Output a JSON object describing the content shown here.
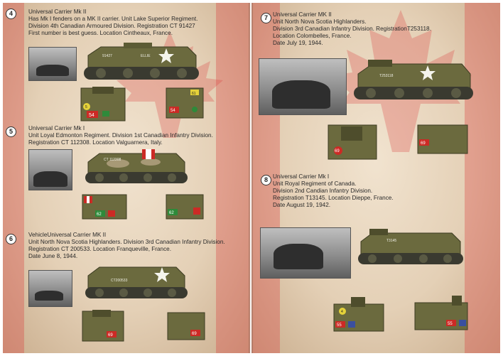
{
  "colors": {
    "olive": "#6b6a3e",
    "olive_dark": "#4e4d2c",
    "red": "#cc2a25",
    "green": "#2e8a3a",
    "yellow": "#e5d23a"
  },
  "entries": [
    {
      "number": "4",
      "lines": [
        "Universal Carrier Mk II",
        "Has Mk I fenders on a MK II carrier. Unit Lake Superior Regiment.",
        "Division 4th Canadian Armoured Division. Registration CT 91427",
        "First number is best guess. Location Cintheaux, France."
      ],
      "hull_reg": "91427",
      "hull_name": "ELLIE",
      "rear_left_code": "54",
      "rear_left_marker": "5",
      "rear_right_code": "54",
      "rear_right_marker": "61"
    },
    {
      "number": "5",
      "lines": [
        "Universal Carrier Mk I",
        "Unit Loyal Edmonton Regiment. Division 1st Canadian Infantry Division.",
        "Registration CT 112308. Location Valguarnera, Italy."
      ],
      "hull_reg": "CT 112308",
      "rear_left_code": "62",
      "rear_right_code": "62"
    },
    {
      "number": "6",
      "lines": [
        "VehicleUniversal Carrier MK II",
        "Unit North Nova Scotia Highlanders. Division 3rd Canadian Infantry Division.",
        "Registration CT 200533. Location Franqueville, France.",
        "Date June 8, 1944."
      ],
      "hull_reg": "CT200533",
      "rear_left_code": "69",
      "rear_right_code": "69"
    },
    {
      "number": "7",
      "lines": [
        "Universal Carrier MK II",
        "Unit North Nova Scotia Highlanders.",
        "Division 3rd Canadian Infantry Division. RegistrationT253118.",
        "Location Colombelles, France.",
        "Date July 19, 1944."
      ],
      "hull_reg": "T253118",
      "rear_left_code": "69",
      "rear_right_code": "69"
    },
    {
      "number": "8",
      "lines": [
        "Universal Carrier Mk I",
        "Unit Royal Regiment of Canada.",
        "Division 2nd Candian Infantry Division.",
        "Registration T13145. Location Dieppe, France.",
        "Date August 19, 1942."
      ],
      "hull_reg": "T3145",
      "rear_left_code": "55",
      "rear_left_marker": "4",
      "rear_right_code": "55"
    }
  ]
}
